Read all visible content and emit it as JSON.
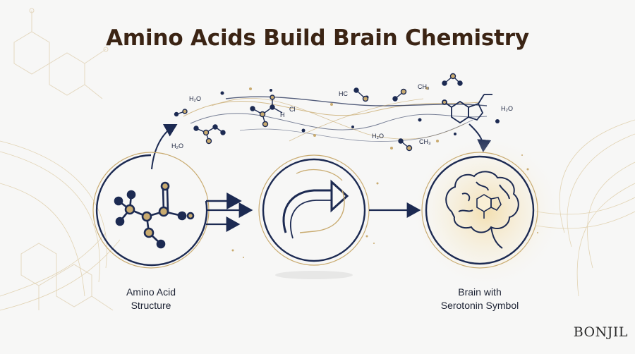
{
  "title": "Amino Acids Build Brain Chemistry",
  "captions": {
    "left": [
      "Amino Acid",
      "Structure"
    ],
    "right": [
      "Brain with",
      "Serotonin Symbol"
    ]
  },
  "brand": "BONJIL",
  "formula_labels": {
    "h2o_a": "H₂O",
    "h2o_b": "H₂O",
    "h2o_c": "H₂O",
    "h2o_d": "H₂O",
    "ch3_a": "CH₃",
    "ch3_b": "CH₃",
    "cl": "Cl",
    "h": "H",
    "hc": "HC"
  },
  "colors": {
    "navy": "#1c2a52",
    "gold": "#c9ab70",
    "title": "#3b2414",
    "background": "#f7f7f6"
  },
  "icons": [
    "amino-acid-molecule-icon",
    "recycle-arrows-icon",
    "brain-icon",
    "serotonin-ring-icon"
  ]
}
